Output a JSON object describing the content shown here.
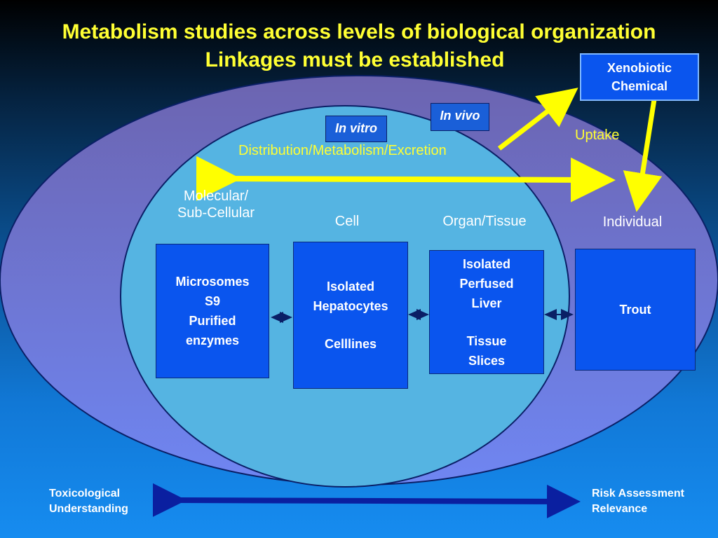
{
  "title": {
    "line1": "Metabolism studies across levels of biological organization",
    "line2": "Linkages must be established"
  },
  "labels": {
    "in_vitro": "In vitro",
    "in_vivo": "In vivo",
    "distribution": "Distribution/Metabolism/Excretion",
    "uptake": "Uptake",
    "xenobiotic_line1": "Xenobiotic",
    "xenobiotic_line2": "Chemical"
  },
  "levels": {
    "molecular_line1": "Molecular/",
    "molecular_line2": "Sub-Cellular",
    "cell": "Cell",
    "organ": "Organ/Tissue",
    "individual": "Individual"
  },
  "boxes": {
    "microsomes": [
      "Microsomes",
      "S9",
      "Purified",
      "enzymes"
    ],
    "hepatocytes": [
      "Isolated",
      "Hepatocytes",
      "Celllines"
    ],
    "liver": [
      "Isolated",
      "Perfused",
      "Liver",
      "Tissue",
      "Slices"
    ],
    "trout": "Trout"
  },
  "footer": {
    "left_line1": "Toxicological",
    "left_line2": "Understanding",
    "right_line1": "Risk Assessment",
    "right_line2": "Relevance"
  },
  "colors": {
    "title": "#ffff33",
    "arrow_yellow": "#ffff00",
    "box_fill": "#0a55ee",
    "outer_ellipse": "#6b73c9",
    "inner_ellipse": "#55b4e2"
  }
}
